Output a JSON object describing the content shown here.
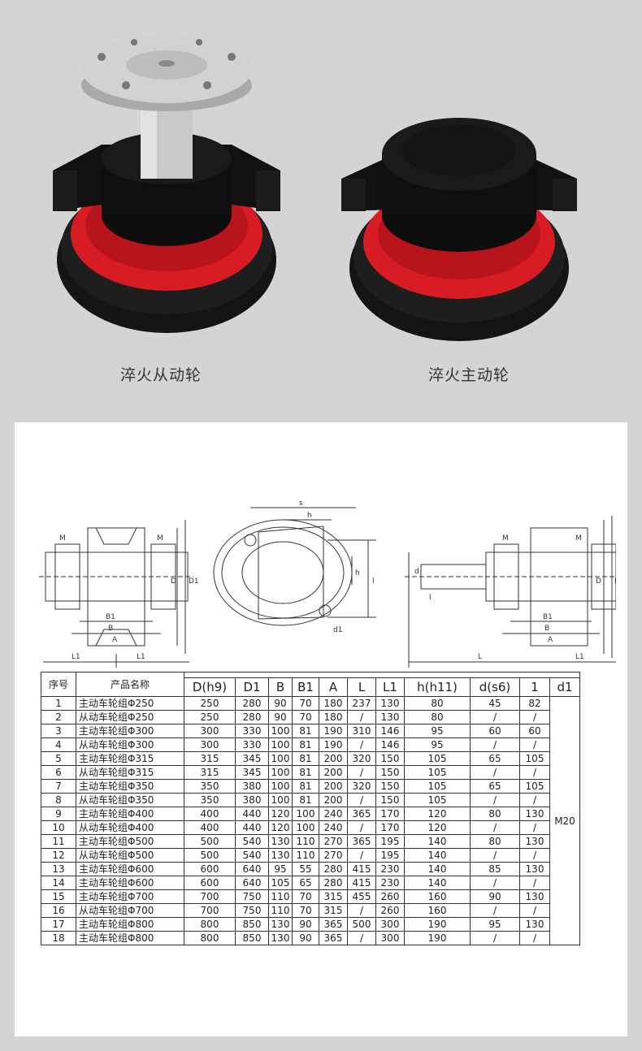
{
  "products": [
    {
      "label": "淬火从动轮"
    },
    {
      "label": "淬火主动轮"
    }
  ],
  "colors": {
    "wheel_red": "#d81c24",
    "wheel_black": "#141414",
    "shaft_silver": "#c9c9c9",
    "background": "#d4d4d4"
  },
  "drawing_labels": {
    "M": "M",
    "D": "D",
    "D1": "D1",
    "B": "B",
    "B1": "B1",
    "A": "A",
    "L1": "L1",
    "L": "L",
    "s": "s",
    "h": "h",
    "d": "d",
    "l": "l",
    "d1": "d1"
  },
  "table": {
    "header_index": "序号",
    "header_name": "产品名称",
    "columns": [
      "D(h9)",
      "D1",
      "B",
      "B1",
      "A",
      "L",
      "L1",
      "h(h11)",
      "d(s6)",
      "1",
      "d1"
    ],
    "d1_value": "M20",
    "rows": [
      [
        "1",
        "主动车轮组Φ250",
        "250",
        "280",
        "90",
        "70",
        "180",
        "237",
        "130",
        "80",
        "45",
        "82"
      ],
      [
        "2",
        "从动车轮组Φ250",
        "250",
        "280",
        "90",
        "70",
        "180",
        "/",
        "130",
        "80",
        "/",
        "/"
      ],
      [
        "3",
        "主动车轮组Φ300",
        "300",
        "330",
        "100",
        "81",
        "190",
        "310",
        "146",
        "95",
        "60",
        "60"
      ],
      [
        "4",
        "从动车轮组Φ300",
        "300",
        "330",
        "100",
        "81",
        "190",
        "/",
        "146",
        "95",
        "/",
        "/"
      ],
      [
        "5",
        "主动车轮组Φ315",
        "315",
        "345",
        "100",
        "81",
        "200",
        "320",
        "150",
        "105",
        "65",
        "105"
      ],
      [
        "6",
        "从动车轮组Φ315",
        "315",
        "345",
        "100",
        "81",
        "200",
        "/",
        "150",
        "105",
        "/",
        "/"
      ],
      [
        "7",
        "主动车轮组Φ350",
        "350",
        "380",
        "100",
        "81",
        "200",
        "320",
        "150",
        "105",
        "65",
        "105"
      ],
      [
        "8",
        "从动车轮组Φ350",
        "350",
        "380",
        "100",
        "81",
        "200",
        "/",
        "150",
        "105",
        "/",
        "/"
      ],
      [
        "9",
        "主动车轮组Φ400",
        "400",
        "440",
        "120",
        "100",
        "240",
        "365",
        "170",
        "120",
        "80",
        "130"
      ],
      [
        "10",
        "从动车轮组Φ400",
        "400",
        "440",
        "120",
        "100",
        "240",
        "/",
        "170",
        "120",
        "/",
        "/"
      ],
      [
        "11",
        "主动车轮组Φ500",
        "500",
        "540",
        "130",
        "110",
        "270",
        "365",
        "195",
        "140",
        "80",
        "130"
      ],
      [
        "12",
        "从动车轮组Φ500",
        "500",
        "540",
        "130",
        "110",
        "270",
        "/",
        "195",
        "140",
        "/",
        "/"
      ],
      [
        "13",
        "主动车轮组Φ600",
        "600",
        "640",
        "95",
        "55",
        "280",
        "415",
        "230",
        "140",
        "85",
        "130"
      ],
      [
        "14",
        "主动车轮组Φ600",
        "600",
        "640",
        "105",
        "65",
        "280",
        "415",
        "230",
        "140",
        "/",
        "/"
      ],
      [
        "15",
        "主动车轮组Φ700",
        "700",
        "750",
        "110",
        "70",
        "315",
        "455",
        "260",
        "160",
        "90",
        "130"
      ],
      [
        "16",
        "从动车轮组Φ700",
        "700",
        "750",
        "110",
        "70",
        "315",
        "/",
        "260",
        "160",
        "/",
        "/"
      ],
      [
        "17",
        "主动车轮组Φ800",
        "800",
        "850",
        "130",
        "90",
        "365",
        "500",
        "300",
        "190",
        "95",
        "130"
      ],
      [
        "18",
        "主动车轮组Φ800",
        "800",
        "850",
        "130",
        "90",
        "365",
        "/",
        "300",
        "190",
        "/",
        "/"
      ]
    ]
  }
}
